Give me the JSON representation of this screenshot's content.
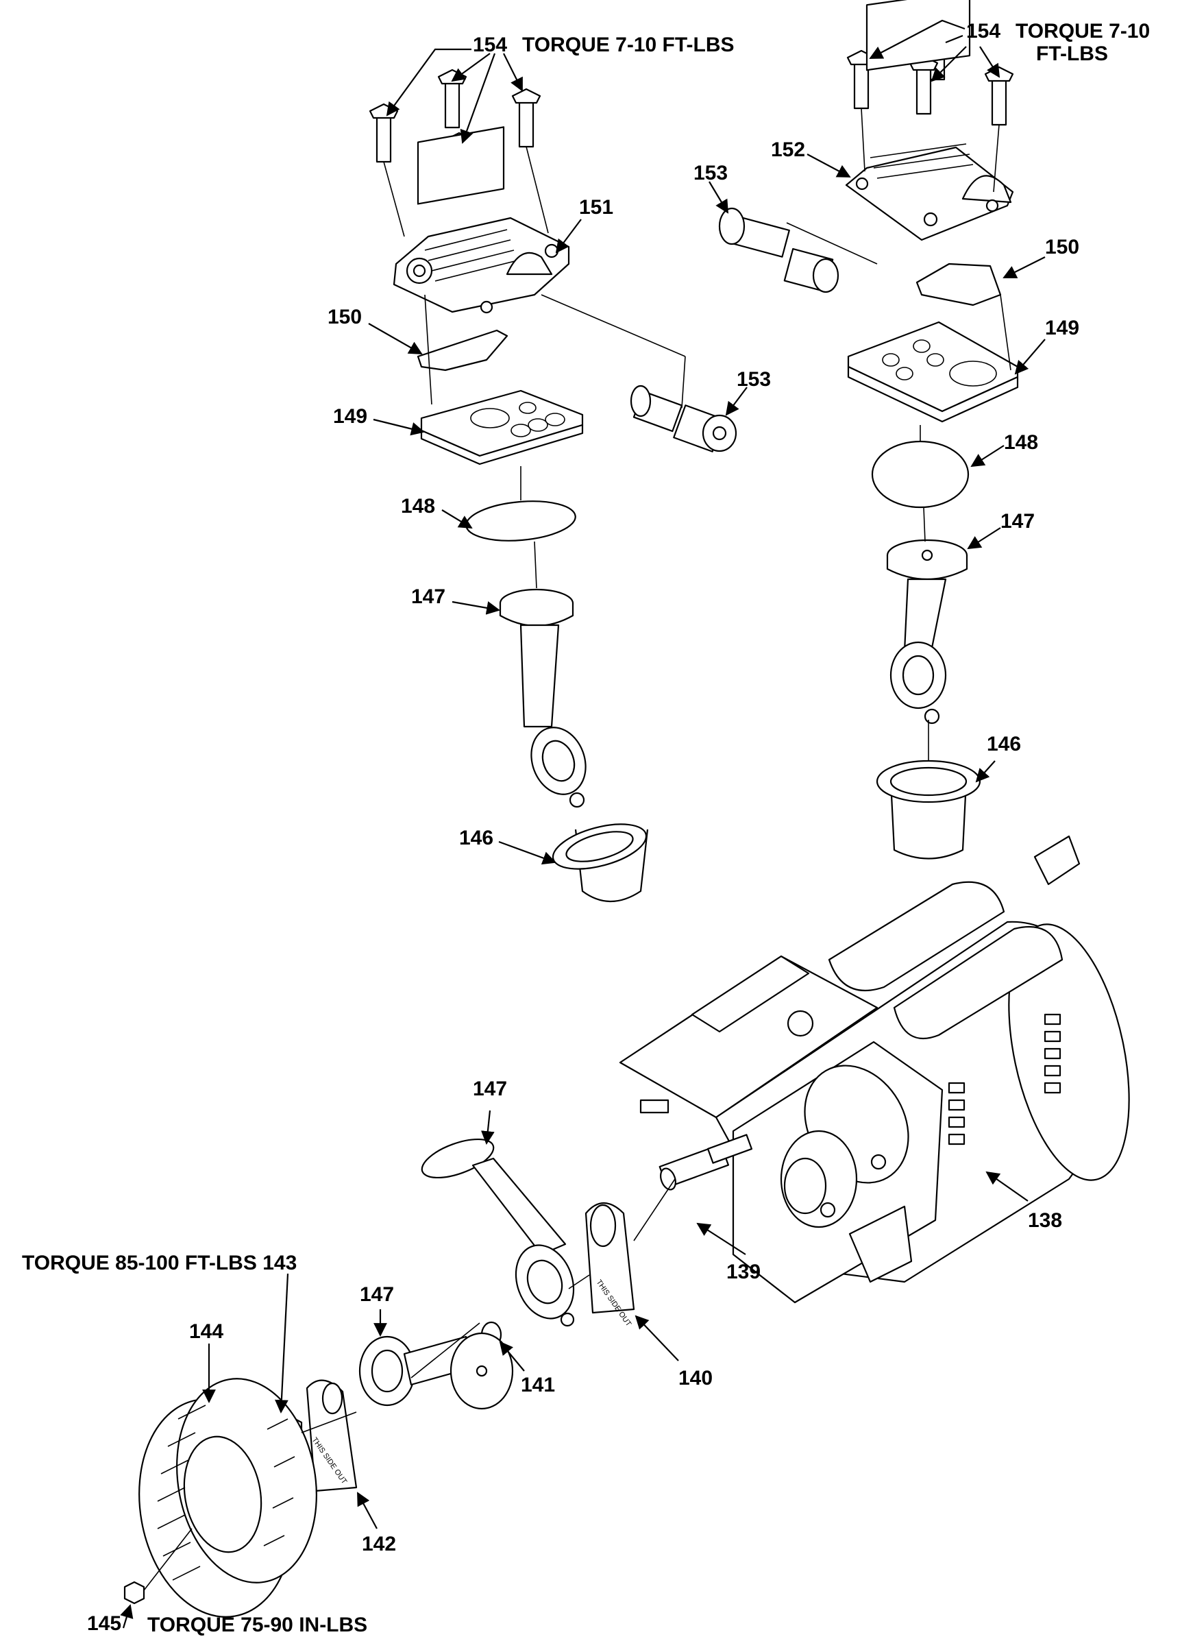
{
  "callouts": {
    "p154_left": "154",
    "p154_left_note": "TORQUE 7-10 FT-LBS",
    "p154_right": "154",
    "p154_right_note_1": "TORQUE 7-10",
    "p154_right_note_2": "FT-LBS",
    "p152": "152",
    "p151": "151",
    "p153_top": "153",
    "p153_mid": "153",
    "p150_left": "150",
    "p150_right": "150",
    "p149_left": "149",
    "p149_right": "149",
    "p148_left": "148",
    "p148_right": "148",
    "p147_left": "147",
    "p147_right": "147",
    "p147_lower": "147",
    "p147_front": "147",
    "p146_left": "146",
    "p146_right": "146",
    "p138": "138",
    "p139": "139",
    "p140": "140",
    "p141": "141",
    "p142": "142",
    "p143_note": "TORQUE 85-100 FT-LBS 143",
    "p144": "144",
    "p145": "145",
    "p145_note": "TORQUE 75-90 IN-LBS"
  },
  "stamp_text": "THIS SIDE OUT"
}
